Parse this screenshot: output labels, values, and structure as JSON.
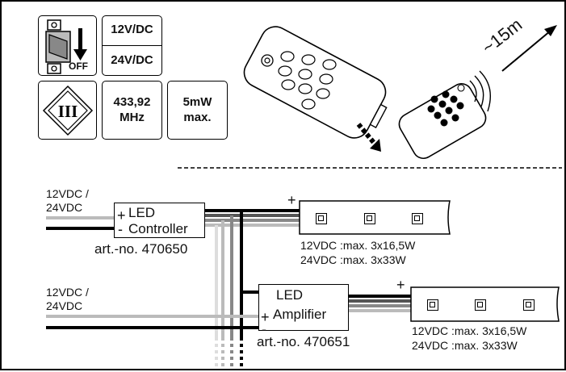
{
  "icons": {
    "switch_label": "OFF",
    "voltage_12": "12V/DC",
    "voltage_24": "24V/DC",
    "class_symbol": "III",
    "frequency_line1": "433,92",
    "frequency_line2": "MHz",
    "power_line1": "5mW",
    "power_line2": "max."
  },
  "remote": {
    "range_label": "~15m"
  },
  "controller": {
    "input_line1": "12VDC /",
    "input_line2": "24VDC",
    "plus": "+",
    "minus": "-",
    "name_line1": "LED",
    "name_line2": "Controller",
    "article": "art.-no. 470650"
  },
  "amplifier": {
    "input_line1": "12VDC /",
    "input_line2": "24VDC",
    "plus": "+",
    "minus": "-",
    "name_line1": "LED",
    "name_line2": "Amplifier",
    "article": "art.-no. 470651"
  },
  "strip1": {
    "plus": "+",
    "spec_12": "12VDC :max. 3x16,5W",
    "spec_24": "24VDC :max. 3x33W"
  },
  "strip2": {
    "plus": "+",
    "spec_12": "12VDC :max. 3x16,5W",
    "spec_24": "24VDC :max. 3x33W"
  }
}
